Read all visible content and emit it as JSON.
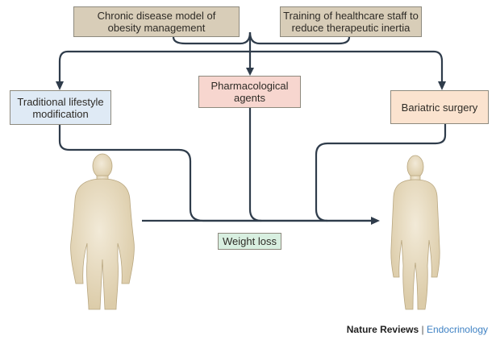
{
  "colors": {
    "line": "#2f3c4b",
    "top_box": "#d8cdb8",
    "lifestyle_box": "#dfeaf5",
    "pharma_box": "#f7d6cf",
    "surgery_box": "#fbe3cf",
    "weight_loss_box": "#d8efe0",
    "figure_body": "#dccca9",
    "figure_highlight": "#f2ead8",
    "journal": "#3f82c4"
  },
  "boxes": {
    "chronic_disease": "Chronic disease model of obesity management",
    "training": "Training of healthcare staff to reduce therapeutic inertia",
    "lifestyle": "Traditional lifestyle modification",
    "pharmacological": "Pharmacological agents",
    "bariatric": "Bariatric surgery",
    "weight_loss": "Weight loss"
  },
  "figures": {
    "left": "person-icon",
    "right": "person-icon"
  },
  "footer": {
    "brand": "Nature Reviews",
    "separator": "|",
    "journal": "Endocrinology"
  }
}
